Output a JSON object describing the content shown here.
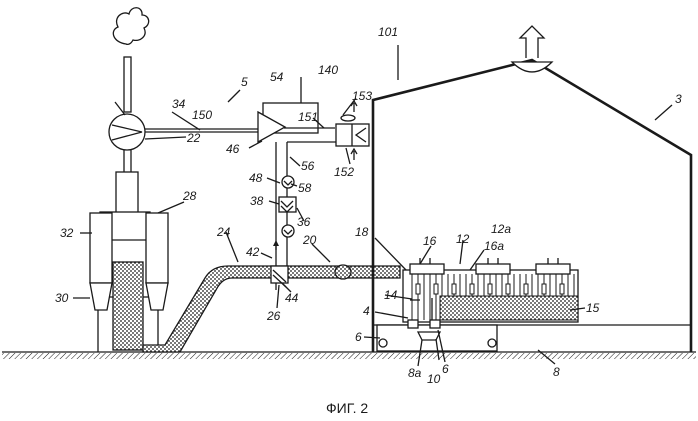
{
  "figure": {
    "caption": "ФИГ. 2",
    "labels": {
      "n101": "101",
      "n3": "3",
      "n5": "5",
      "n140": "140",
      "n54": "54",
      "n34": "34",
      "n150": "150",
      "n151": "151",
      "n153": "153",
      "n22": "22",
      "n46": "46",
      "n152": "152",
      "n56": "56",
      "n48": "48",
      "n58": "58",
      "n28": "28",
      "n38": "38",
      "n36": "36",
      "n32": "32",
      "n24": "24",
      "n42": "42",
      "n20": "20",
      "n18": "18",
      "n16": "16",
      "n12": "12",
      "n12a": "12a",
      "n16a": "16a",
      "n30": "30",
      "n14": "14",
      "n4": "4",
      "n26": "26",
      "n44": "44",
      "n15": "15",
      "n6a": "6",
      "n6b": "6",
      "n8a": "8a",
      "n10": "10",
      "n8": "8"
    }
  }
}
